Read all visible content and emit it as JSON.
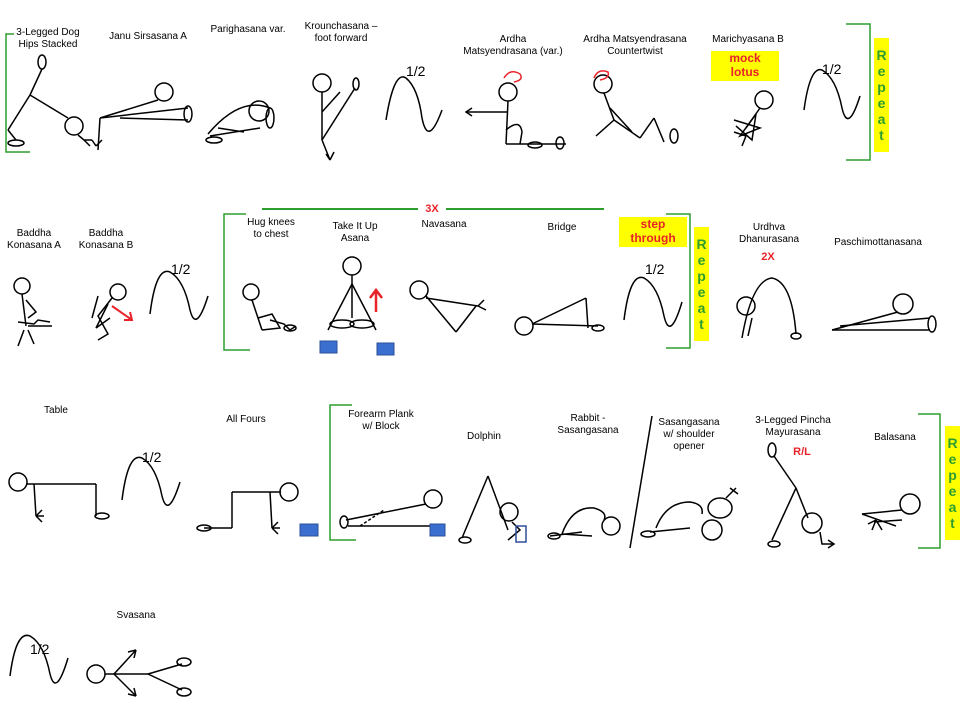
{
  "poses": {
    "three_legged_dog": "3-Legged Dog\nHips Stacked",
    "janu_sirsasana": "Janu Sirsasana A",
    "parighasana": "Parighasana var.",
    "krounchasana": "Krounchasana –\nfoot forward",
    "ardha_matsyendrasana": "Ardha\nMatsyendrasana (var.)",
    "ardha_matsyendrasana_counter": "Ardha Matsyendrasana\nCountertwist",
    "marichyasana_b": "Marichyasana B",
    "baddha_konasana_a": "Baddha\nKonasana A",
    "baddha_konasana_b": "Baddha\nKonasana B",
    "hug_knees": "Hug knees\nto chest",
    "take_it_up": "Take It Up\nAsana",
    "navasana": "Navasana",
    "bridge": "Bridge",
    "urdhva_dhanurasana": "Urdhva\nDhanurasana",
    "paschimottanasana": "Paschimottanasana",
    "table": "Table",
    "all_fours": "All Fours",
    "forearm_plank": "Forearm Plank\nw/ Block",
    "dolphin": "Dolphin",
    "rabbit": "Rabbit -\nSasangasana",
    "sasangasana_shoulder": "Sasangasana\nw/ shoulder\nopener",
    "pincha": "3-Legged Pincha\nMayurasana",
    "balasana": "Balasana",
    "svasana": "Svasana"
  },
  "notes": {
    "half": "1/2",
    "mock_lotus": "mock\nlotus",
    "step_through": "step\nthrough",
    "three_x": "3X",
    "two_x": "2X",
    "rl": "R/L",
    "repeat_letters": [
      "R",
      "e",
      "p",
      "e",
      "a",
      "t"
    ]
  },
  "colors": {
    "red_note": "#e8232a",
    "highlight": "#ffff00",
    "bracket_green": "#2e9e2e",
    "block_blue": "#3a6fd0"
  }
}
